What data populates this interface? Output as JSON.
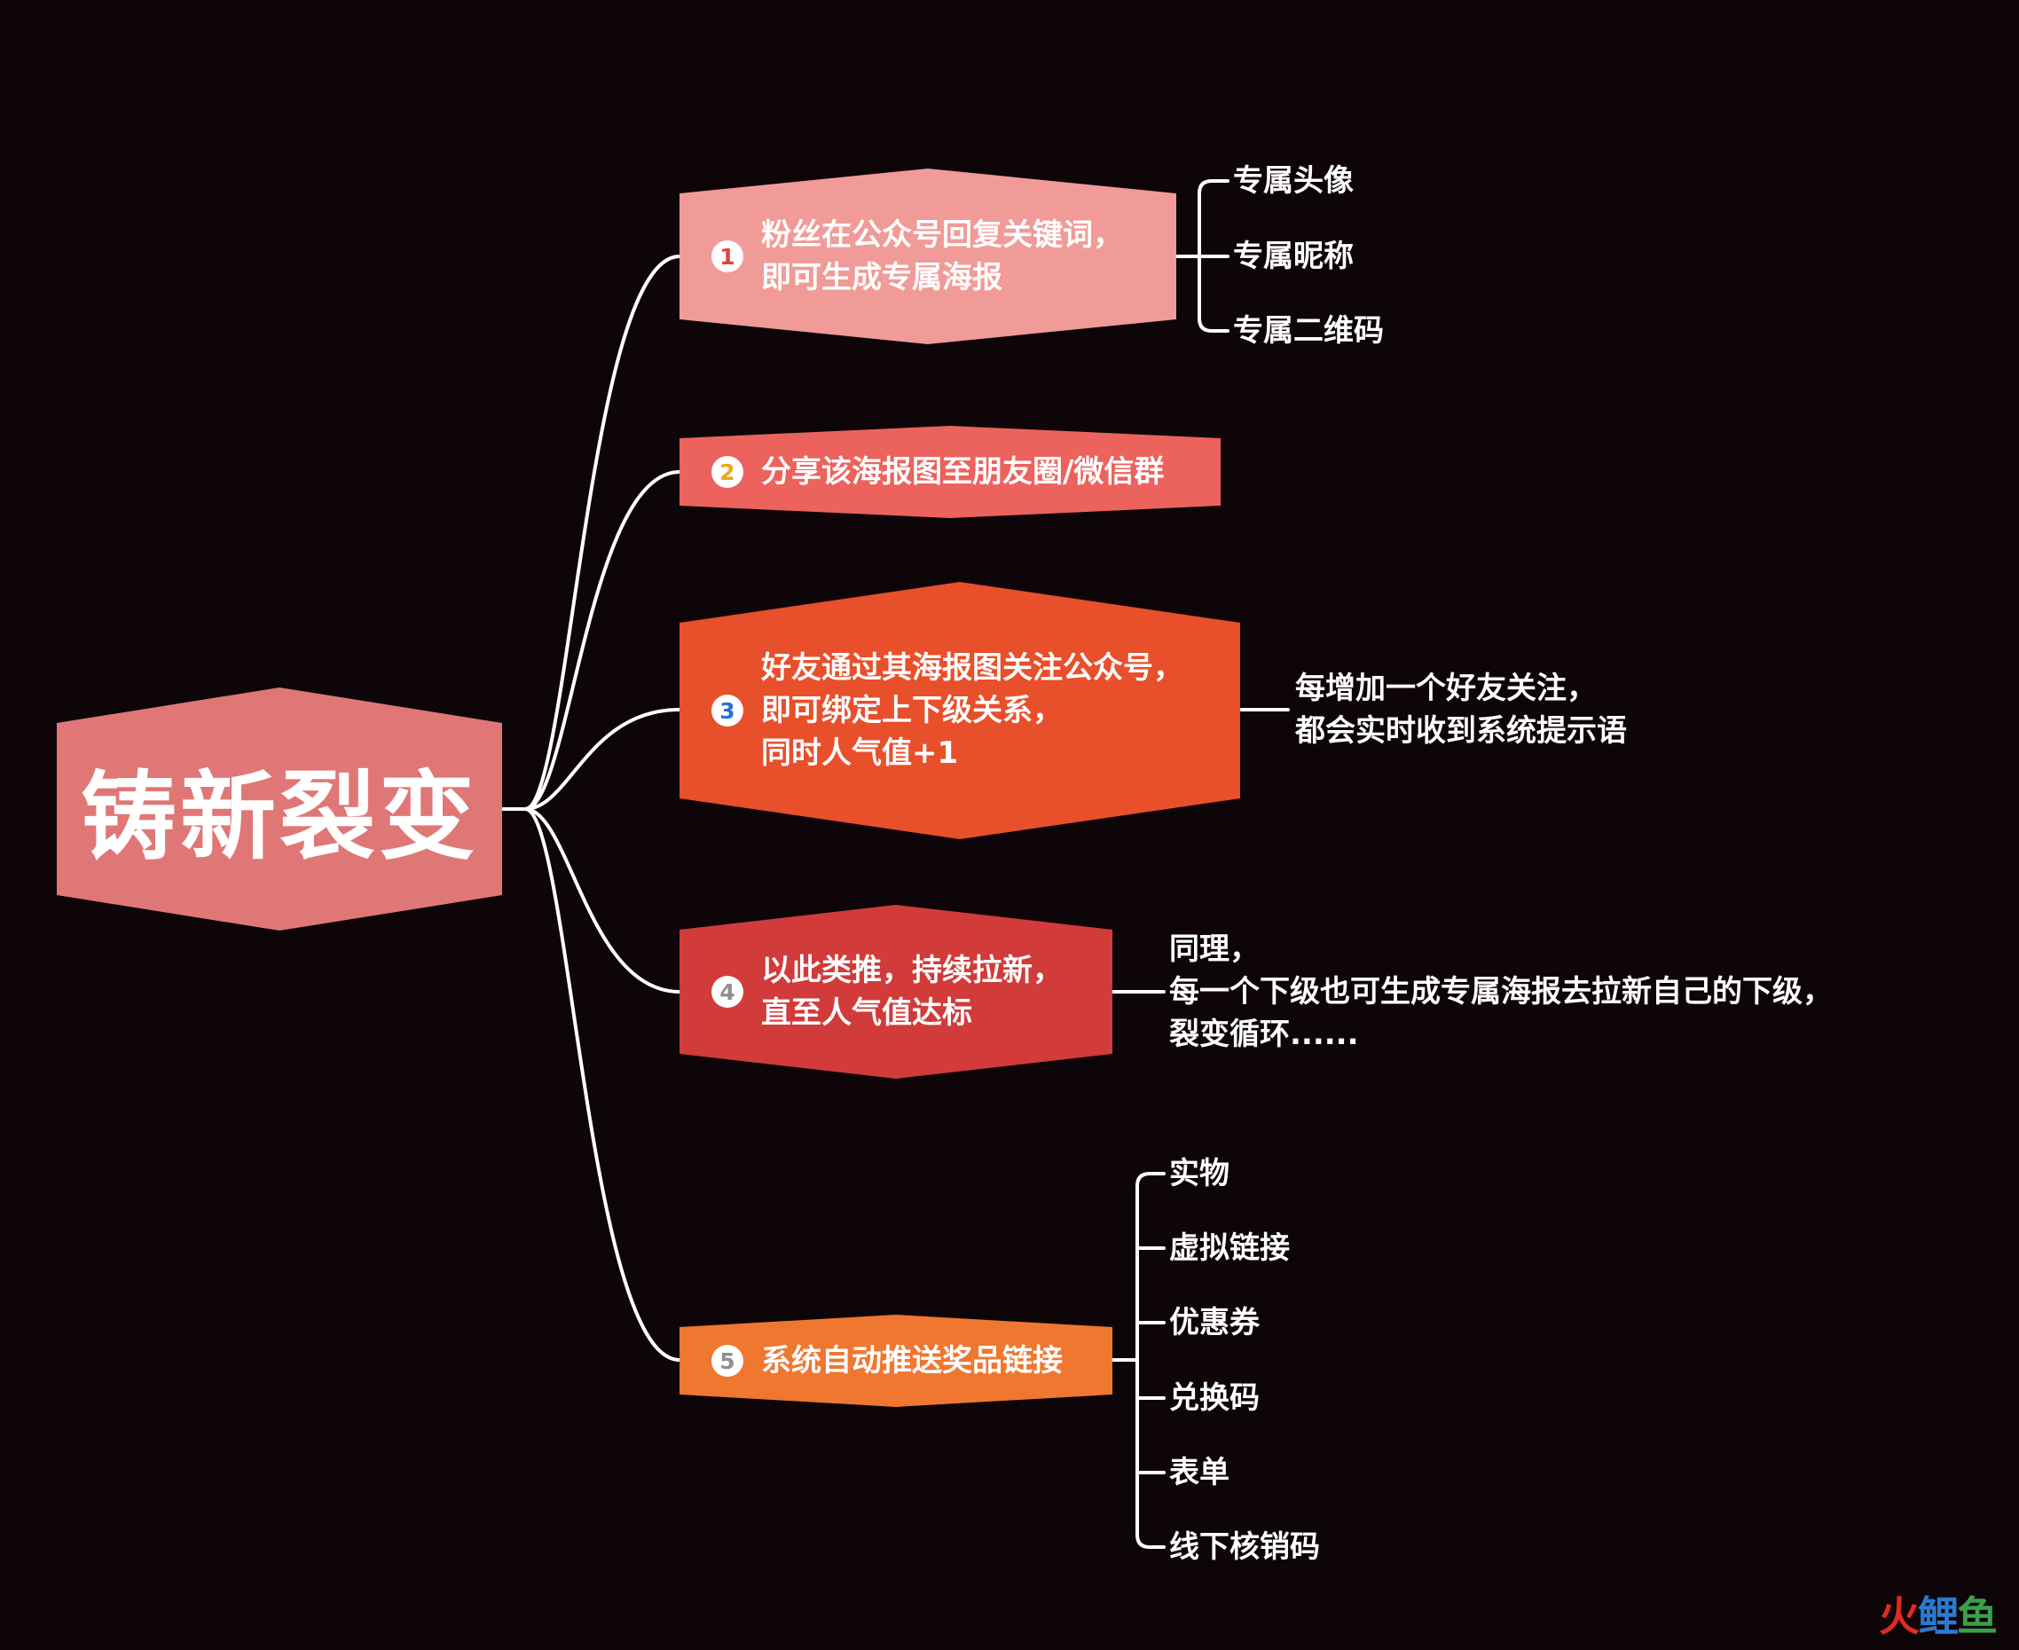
{
  "root": {
    "title": "铸新裂变"
  },
  "steps": [
    {
      "number": "1",
      "lines": [
        "粉丝在公众号回复关键词，",
        "即可生成专属海报"
      ],
      "fill": "#f09b98",
      "badge_color": "#e0443b",
      "children": [
        "专属头像",
        "专属昵称",
        "专属二维码"
      ]
    },
    {
      "number": "2",
      "lines": [
        "分享该海报图至朋友圈/微信群"
      ],
      "fill": "#ec625c",
      "badge_color": "#f2a318",
      "children": []
    },
    {
      "number": "3",
      "lines": [
        "好友通过其海报图关注公众号，",
        "即可绑定上下级关系，",
        "同时人气值+1"
      ],
      "fill": "#e84f2b",
      "badge_color": "#2b6fd8",
      "note": [
        "每增加一个好友关注，",
        "都会实时收到系统提示语"
      ]
    },
    {
      "number": "4",
      "lines": [
        "以此类推，持续拉新，",
        "直至人气值达标"
      ],
      "fill": "#d13b3a",
      "badge_color": "#8f8f8f",
      "note": [
        "同理，",
        "每一个下级也可生成专属海报去拉新自己的下级，",
        "裂变循环......"
      ]
    },
    {
      "number": "5",
      "lines": [
        "系统自动推送奖品链接"
      ],
      "fill": "#ef7730",
      "badge_color": "#8f8f8f",
      "children": [
        "实物",
        "虚拟链接",
        "优惠券",
        "兑换码",
        "表单",
        "线下核销码"
      ]
    }
  ],
  "colors": {
    "background": "#0e0508",
    "root_fill": "#e07777",
    "connector": "#ffffff"
  },
  "watermark": {
    "part1": "火",
    "part2": "鲤",
    "part3": "鱼"
  }
}
